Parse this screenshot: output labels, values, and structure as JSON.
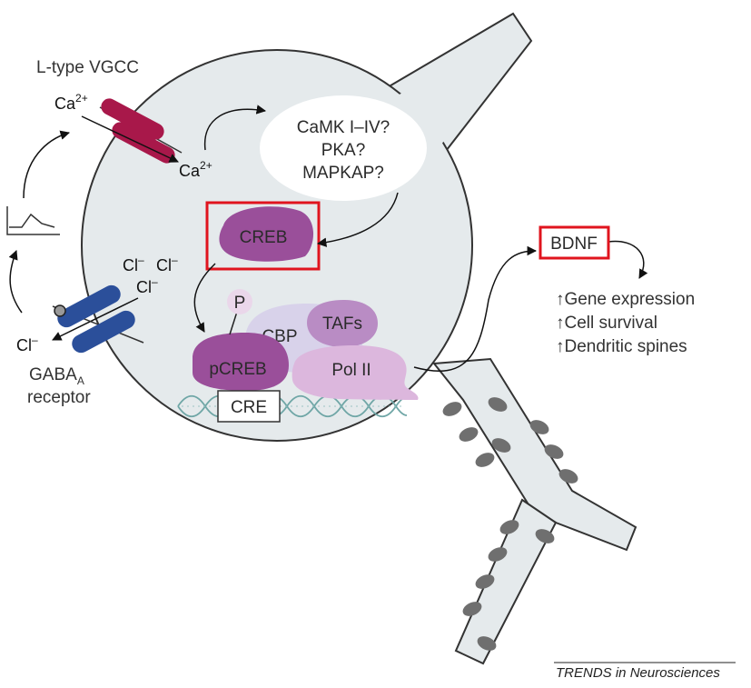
{
  "labels": {
    "vgcc": "L-type VGCC",
    "ca_outside": "Ca",
    "ca_inside": "Ca",
    "ca_charge": "2+",
    "kinases_1": "CaMK I–IV?",
    "kinases_2": "PKA?",
    "kinases_3": "MAPKAP?",
    "creb": "CREB",
    "p": "P",
    "cbp": "CBP",
    "tafs": "TAFs",
    "pcreb": "pCREB",
    "pol2": "Pol II",
    "cre": "CRE",
    "cl_top": "Cl",
    "cl_mid": "Cl",
    "cl_bottom": "Cl",
    "cl_out": "Cl",
    "cl_charge": "–",
    "gaba_main": "GABA",
    "gaba_sub": "A",
    "gaba_receptor": "receptor",
    "bdnf": "BDNF"
  },
  "effects": [
    {
      "arrow": "↑",
      "text": "Gene expression"
    },
    {
      "arrow": "↑",
      "text": "Cell survival"
    },
    {
      "arrow": "↑",
      "text": "Dendritic spines"
    }
  ],
  "footer": {
    "journal": "TRENDS",
    "in_word": " in ",
    "journal2": "Neurosciences"
  },
  "colors": {
    "cell_fill": "#e5eaec",
    "cell_stroke": "#333333",
    "vgcc": "#a8184a",
    "gaba_receptor": "#2b4f9a",
    "creb": "#9a4f9a",
    "highlight": "#e0141e",
    "cbp": "#d8d2ea",
    "tafs": "#b98cc4",
    "pol2": "#dcb7dd",
    "spine": "#6f6f6f",
    "dna": "#6fa6a6"
  }
}
